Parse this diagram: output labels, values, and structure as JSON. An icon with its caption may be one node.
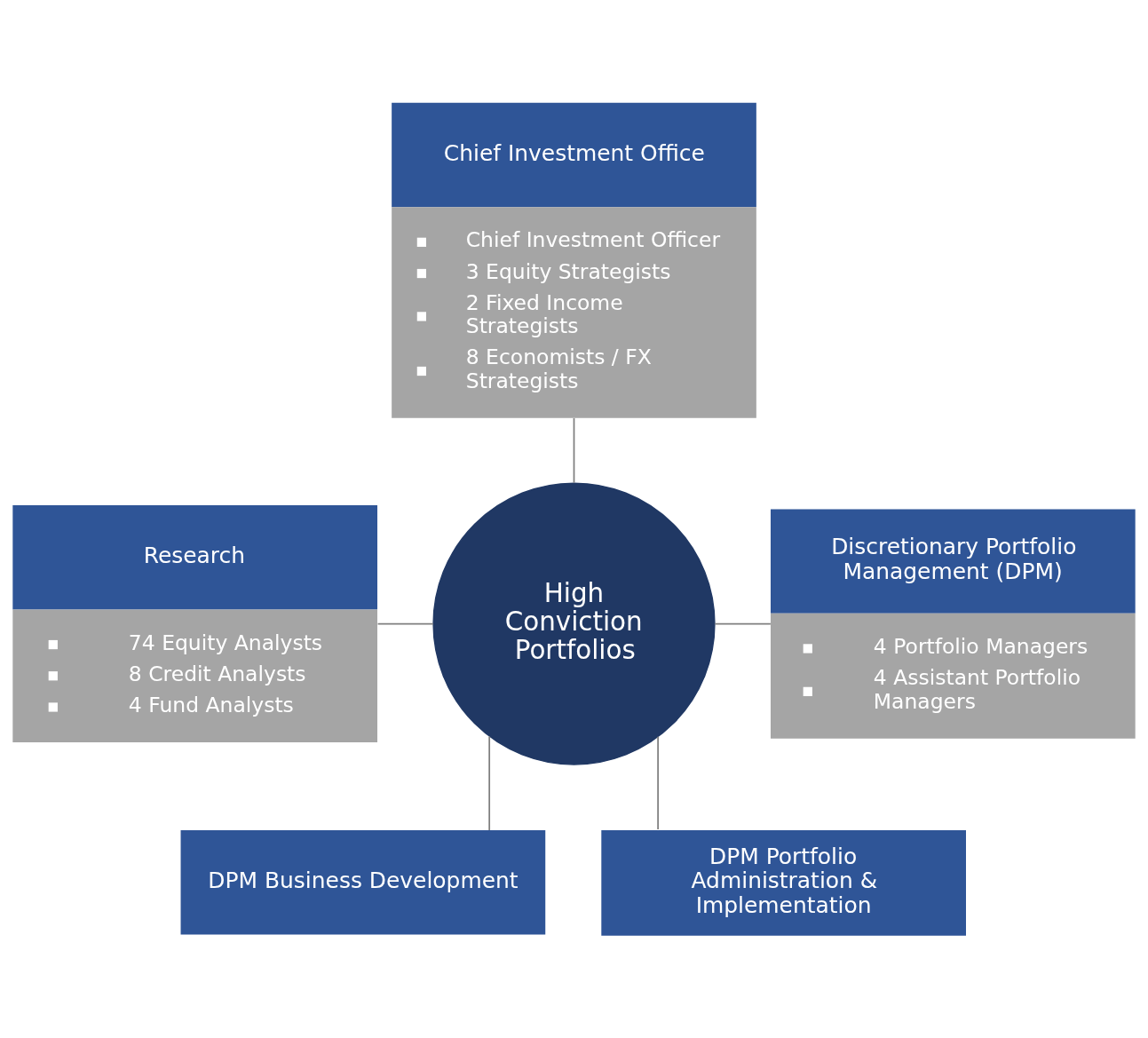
{
  "diagram": {
    "nodes": [
      {
        "text": [
          "Chief Investment Office",
          "Chief Investment Officer",
          "3 Equity Strategists",
          "2 Fixed Income Strategists",
          "8 Economists / FX Strategists"
        ]
      },
      {
        "text": [
          "Research",
          "74 Equity Analysts",
          "8 Credit Analysts",
          "4 Fund Analysts"
        ]
      },
      {
        "text": [
          "High Conviction Portfolios"
        ]
      },
      {
        "text": [
          "Discretionary Portfolio Management (DPM)",
          "4 Portfolio Managers",
          "4 Assistant Portfolio Managers"
        ]
      },
      {
        "text": [
          "DPM Business Development"
        ]
      },
      {
        "text": [
          "DPM Portfolio Administration & Implementation"
        ]
      }
    ],
    "edges": [
      {
        "from": 0,
        "to": 2,
        "arrow": "none"
      },
      {
        "from": 1,
        "to": 2,
        "arrow": "none"
      },
      {
        "from": 2,
        "to": 3,
        "arrow": "none"
      },
      {
        "from": 2,
        "to": 4,
        "arrow": "none"
      },
      {
        "from": 2,
        "to": 5,
        "arrow": "none"
      }
    ]
  }
}
